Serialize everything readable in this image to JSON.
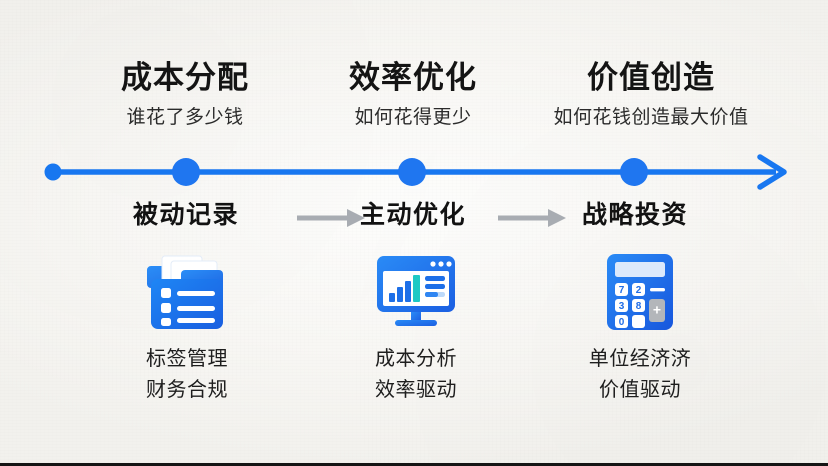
{
  "slide": {
    "background_color": "#f7f6f3",
    "accent_color": "#1877f0",
    "accent_dark": "#1565d8",
    "accent_teal": "#1ec8c8",
    "arrow_gray": "#a6aab0",
    "text_color": "#141414"
  },
  "timeline": {
    "name": "maturity-timeline",
    "start_dot": "small",
    "end_marker": "arrowhead",
    "line_color": "#1877f0"
  },
  "stages": [
    {
      "index": 1,
      "title": "成本分配",
      "subtitle": "谁花了多少钱",
      "stage_label": "被动记录",
      "icon": "folder-checklist-icon",
      "captions": [
        "标签管理",
        "财务合规"
      ]
    },
    {
      "index": 2,
      "title": "效率优化",
      "subtitle": "如何花得更少",
      "stage_label": "主动优化",
      "icon": "monitor-dashboard-chart-icon",
      "captions": [
        "成本分析",
        "效率驱动"
      ]
    },
    {
      "index": 3,
      "title": "价值创造",
      "subtitle": "如何花钱创造最大价值",
      "stage_label": "战略投资",
      "icon": "calculator-icon",
      "captions": [
        "单位经济济",
        "价值驱动"
      ]
    }
  ],
  "connectors": [
    {
      "name": "arrow-stage1-to-stage2",
      "glyph": "→"
    },
    {
      "name": "arrow-stage2-to-stage3",
      "glyph": "→"
    }
  ],
  "calculator_keys": [
    "7",
    "2",
    "−",
    "3",
    "8",
    "0",
    "+"
  ]
}
